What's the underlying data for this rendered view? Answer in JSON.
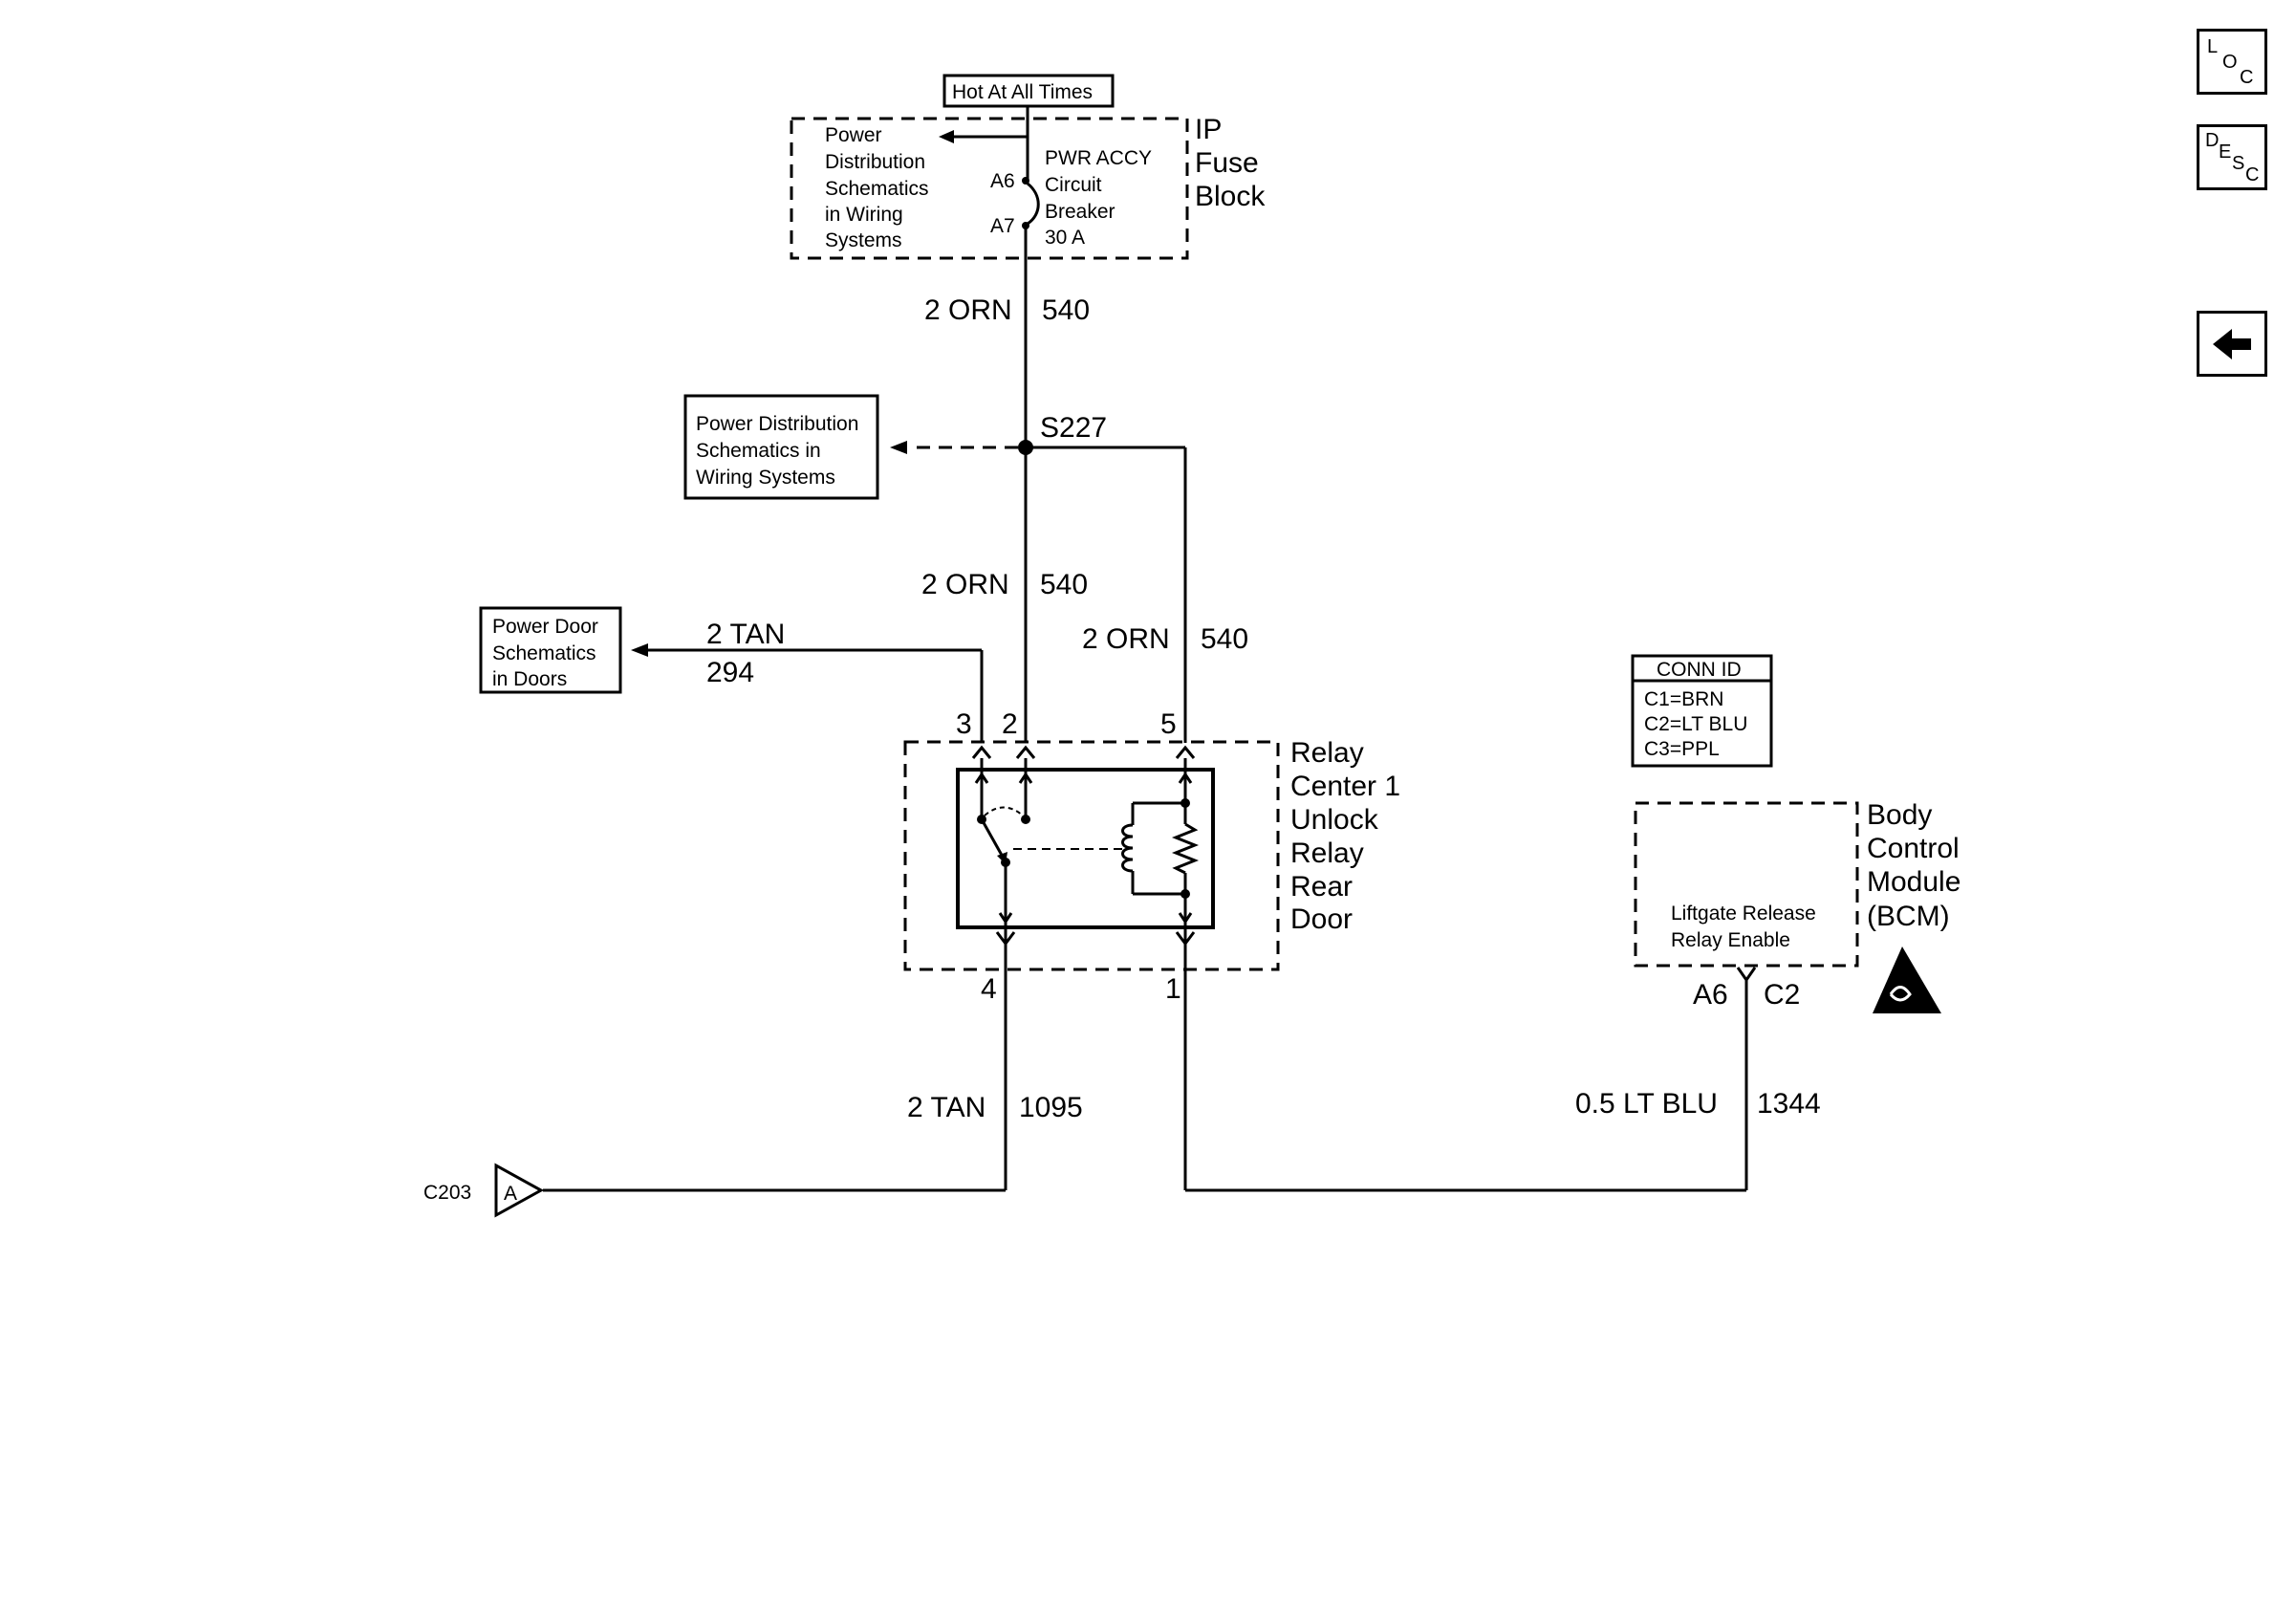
{
  "fuse_block": {
    "hot_label": "Hot At All Times",
    "name_lines": [
      "IP",
      "Fuse",
      "Block"
    ],
    "ref_lines": [
      "Power",
      "Distribution",
      "Schematics",
      "in Wiring",
      "Systems"
    ],
    "pin_a6": "A6",
    "pin_a7": "A7",
    "breaker_lines": [
      "PWR ACCY",
      "Circuit",
      "Breaker",
      "30 A"
    ]
  },
  "wires": {
    "upper_orn": {
      "gauge_color": "2 ORN",
      "circuit": "540"
    },
    "mid_orn": {
      "gauge_color": "2 ORN",
      "circuit": "540"
    },
    "right_orn": {
      "gauge_color": "2 ORN",
      "circuit": "540"
    },
    "tan_294": {
      "gauge_color": "2 TAN",
      "circuit": "294"
    },
    "tan_1095": {
      "gauge_color": "2 TAN",
      "circuit": "1095"
    },
    "ltblu_1344": {
      "gauge_color": "0.5 LT BLU",
      "circuit": "1344"
    }
  },
  "splice": {
    "label": "S227"
  },
  "power_dist_box": {
    "lines": [
      "Power Distribution",
      "Schematics in",
      "Wiring Systems"
    ]
  },
  "power_door_box": {
    "lines": [
      "Power Door",
      "Schematics",
      "in Doors"
    ]
  },
  "relay": {
    "name_lines": [
      "Relay",
      "Center 1",
      "Unlock",
      "Relay",
      "Rear",
      "Door"
    ],
    "pin_3": "3",
    "pin_2": "2",
    "pin_5": "5",
    "pin_4": "4",
    "pin_1": "1"
  },
  "conn_id": {
    "title": "CONN ID",
    "lines": [
      "C1=BRN",
      "C2=LT BLU",
      "C3=PPL"
    ]
  },
  "bcm": {
    "name_lines": [
      "Body",
      "Control",
      "Module",
      "(BCM)"
    ],
    "func_lines": [
      "Liftgate Release",
      "Relay Enable"
    ],
    "pin": "A6",
    "connector": "C2"
  },
  "c203": {
    "label": "C203",
    "letter": "A"
  },
  "nav": {
    "loc_letters": [
      "L",
      "O",
      "C"
    ],
    "desc_letters": [
      "D",
      "E",
      "S",
      "C"
    ],
    "back_glyph": "🡄"
  },
  "colors": {
    "ink": "#000000",
    "background": "#ffffff"
  }
}
